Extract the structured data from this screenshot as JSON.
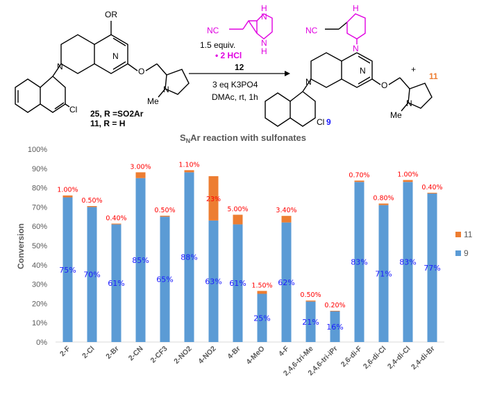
{
  "scheme": {
    "reagent_equiv": "1.5 equiv.",
    "reagent_salt": "• 2 HCl",
    "reagent_number": "12",
    "condition_1": "3 eq K3PO4",
    "condition_2": "DMAc, rt, 1h",
    "left_atoms": {
      "or": "OR",
      "n": "N",
      "o": "O",
      "cl": "Cl",
      "me": "Me"
    },
    "left_caption_1": "25, R =SO2Ar",
    "left_caption_2": "11, R = H",
    "reagent_atoms": {
      "nc": "NC",
      "h1": "H",
      "h2": "H",
      "n1": "N",
      "n2": "N"
    },
    "product_atoms": {
      "nc": "NC",
      "h": "H",
      "n": "N",
      "o": "O",
      "cl": "Cl",
      "me": "Me"
    },
    "product_number": "9",
    "plus": "+",
    "byproduct_number": "11"
  },
  "colors": {
    "series9": "#5B9BD5",
    "series11": "#ED7D31",
    "label9": "#1a1aff",
    "label11": "#ff0000",
    "reagent": "#e000e0"
  },
  "chart_data": {
    "type": "bar",
    "stacked": true,
    "title": "SNAr reaction with sulfonates",
    "ylabel": "Conversion",
    "xlabel": "",
    "ylim": [
      0,
      100
    ],
    "yticks": [
      "0%",
      "10%",
      "20%",
      "30%",
      "40%",
      "50%",
      "60%",
      "70%",
      "80%",
      "90%",
      "100%"
    ],
    "grid": false,
    "legend_position": "right",
    "categories": [
      "2-F",
      "2-Cl",
      "2-Br",
      "2-CN",
      "2-CF3",
      "2-NO2",
      "4-NO2",
      "4-Br",
      "4-MeO",
      "4-F",
      "2,4,6-tri-Me",
      "2,4,6-tri-iPr",
      "2,6-di-F",
      "2,6-di-Cl",
      "2,4-di-Cl",
      "2,4-di-Br"
    ],
    "series": [
      {
        "name": "9",
        "values": [
          75,
          70,
          61,
          85,
          65,
          88,
          63,
          61,
          25,
          62,
          21,
          16,
          83,
          71,
          83,
          77
        ],
        "labels": [
          "75%",
          "70%",
          "61%",
          "85%",
          "65%",
          "88%",
          "63%",
          "61%",
          "25%",
          "62%",
          "21%",
          "16%",
          "83%",
          "71%",
          "83%",
          "77%"
        ]
      },
      {
        "name": "11",
        "values": [
          1.0,
          0.5,
          0.4,
          3.0,
          0.5,
          1.1,
          23,
          5.0,
          1.5,
          3.4,
          0.5,
          0.2,
          0.7,
          0.8,
          1.0,
          0.4
        ],
        "labels": [
          "1.00%",
          "0.50%",
          "0.40%",
          "3.00%",
          "0.50%",
          "1.10%",
          "23%",
          "5.00%",
          "1.50%",
          "3.40%",
          "0.50%",
          "0.20%",
          "0.70%",
          "0.80%",
          "1.00%",
          "0.40%"
        ]
      }
    ]
  }
}
